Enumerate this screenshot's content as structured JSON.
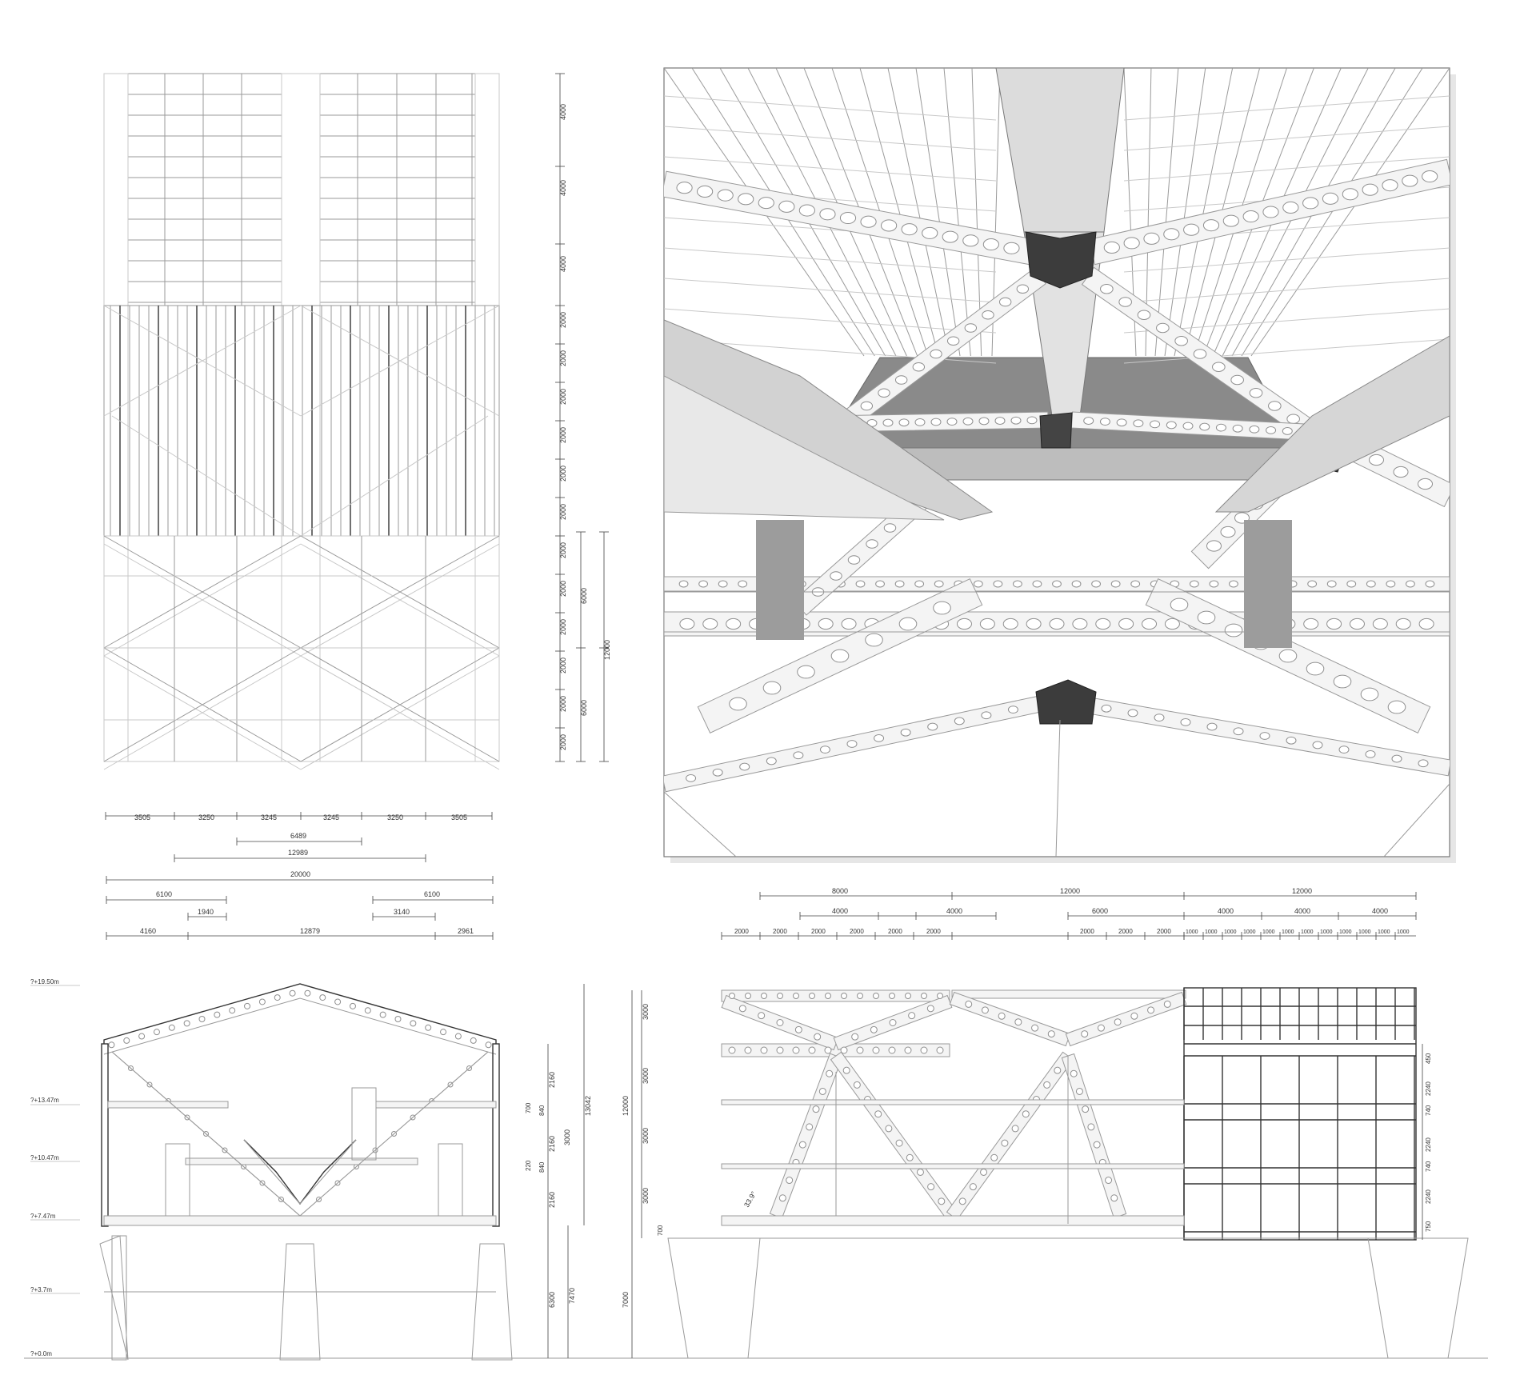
{
  "plan": {
    "v_dims": [
      "4000",
      "4000",
      "4000",
      "2000",
      "2000",
      "2000",
      "2000",
      "2000",
      "2000",
      "2000",
      "2000",
      "2000",
      "2000",
      "2000",
      "2000"
    ],
    "v_dims_mid": [
      "6000",
      "6000"
    ],
    "v_dim_total": "12000",
    "h_dims_row1": [
      "3505",
      "3250",
      "3245",
      "3245",
      "3250",
      "3505"
    ],
    "h_dims_row2": [
      "6489"
    ],
    "h_dims_row3": [
      "12989"
    ]
  },
  "section": {
    "top_dims_row1": [
      "20000"
    ],
    "top_dims_row2": [
      "6100",
      "6100"
    ],
    "top_dims_row3": [
      "1940",
      "3140"
    ],
    "top_dims_row4": [
      "4160",
      "12879",
      "2961"
    ],
    "levels": [
      "?+19.50m",
      "?+13.47m",
      "?+10.47m",
      "?+7.47m",
      "?+3.7m",
      "?+0.0m"
    ],
    "right_dims": [
      "2160",
      "700",
      "840",
      "2160",
      "3000",
      "220",
      "840",
      "2160"
    ],
    "right_dims_total": "13042",
    "right_dims_low": [
      "6300",
      "7470"
    ]
  },
  "elevation": {
    "top_dims_row1": [
      "8000",
      "12000",
      "12000"
    ],
    "top_dims_row2": [
      "4000",
      "4000",
      "6000",
      "4000",
      "4000",
      "4000"
    ],
    "top_dims_row3": [
      "2000",
      "2000",
      "2000",
      "2000",
      "2000",
      "2000",
      "2000",
      "2000",
      "2000"
    ],
    "top_dims_row3_fine": [
      "1000",
      "1000",
      "1000",
      "1000",
      "1000",
      "1000",
      "1000",
      "1000",
      "1000",
      "1000",
      "1000",
      "1000"
    ],
    "left_dims": [
      "3000",
      "3000",
      "3000",
      "3000"
    ],
    "left_dim_total": "12000",
    "left_dim_small": "700",
    "left_dim_base": "7000",
    "right_dims": [
      "450",
      "2240",
      "740",
      "2240",
      "740",
      "2240",
      "750"
    ],
    "angle": "33.9°"
  }
}
